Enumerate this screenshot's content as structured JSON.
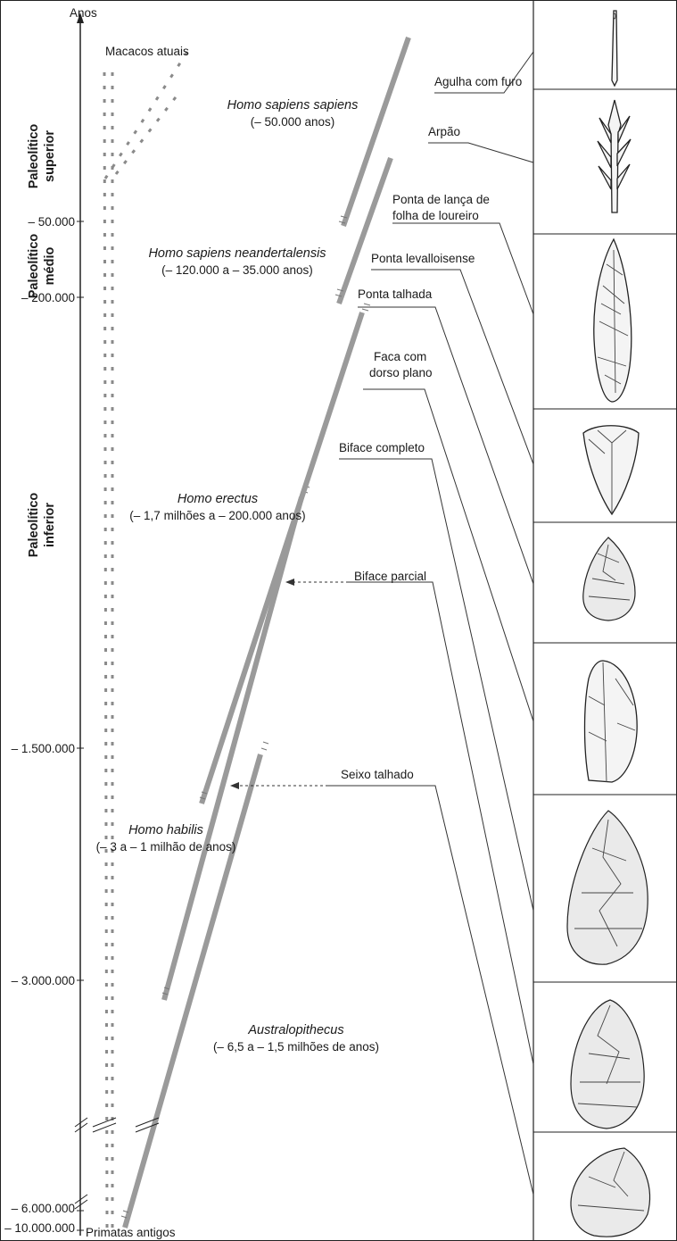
{
  "axis": {
    "title": "Anos",
    "ticks": [
      "– 50.000",
      "– 200.000",
      "– 1.500.000",
      "– 3.000.000",
      "– 6.000.000",
      "– 10.000.000"
    ],
    "bottom_label": "Primatas antigos"
  },
  "periods": [
    {
      "line1": "Paleolítico",
      "line2": "superior"
    },
    {
      "line1": "Paleolítico",
      "line2": "médio"
    },
    {
      "line1": "Paleolítico",
      "line2": "inferior"
    }
  ],
  "apes_label": "Macacos atuais",
  "species": [
    {
      "name": "Homo sapiens sapiens",
      "range": "(– 50.000 anos)"
    },
    {
      "name": "Homo sapiens neandertalensis",
      "range": "(– 120.000 a – 35.000 anos)"
    },
    {
      "name": "Homo erectus",
      "range": "(– 1,7 milhões a – 200.000 anos)"
    },
    {
      "name": "Homo habilis",
      "range": "(– 3 a – 1 milhão de anos)"
    },
    {
      "name": "Australopithecus",
      "range": "(– 6,5 a – 1,5 milhões de anos)"
    }
  ],
  "tools": {
    "agulha": "Agulha com furo",
    "arpao": "Arpão",
    "ponta_lanca_1": "Ponta de lança de",
    "ponta_lanca_2": "folha de loureiro",
    "ponta_levalloisense": "Ponta levalloisense",
    "ponta_talhada": "Ponta talhada",
    "faca_1": "Faca com",
    "faca_2": "dorso plano",
    "biface_completo": "Biface completo",
    "biface_parcial": "Biface parcial",
    "seixo": "Seixo talhado"
  },
  "colors": {
    "lineage": "#9a9a9a",
    "line": "#333333",
    "background": "#ffffff"
  }
}
